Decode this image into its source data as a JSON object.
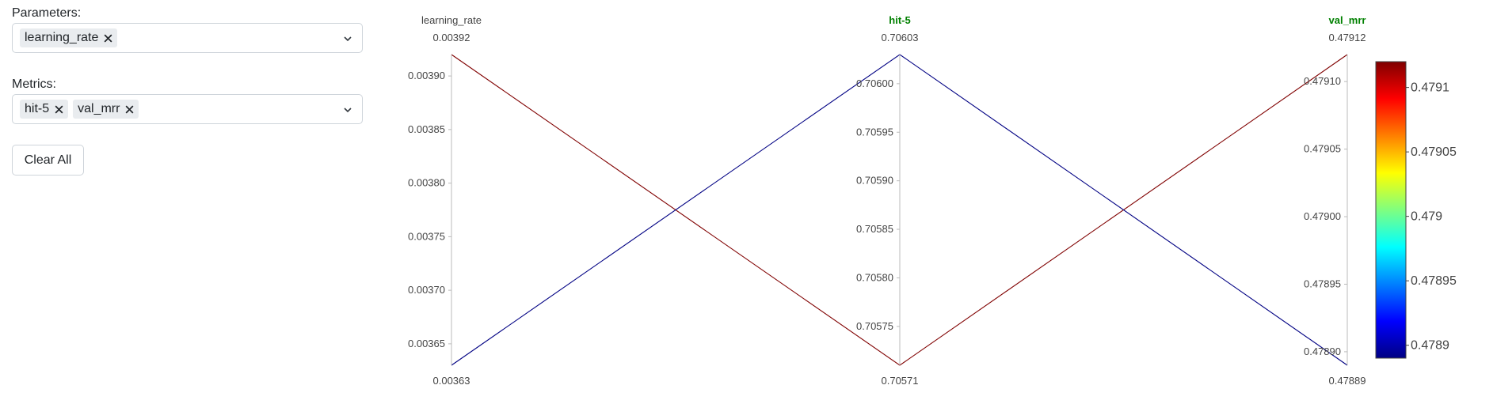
{
  "parameters": {
    "label": "Parameters:",
    "chips": [
      "learning_rate"
    ]
  },
  "metrics": {
    "label": "Metrics:",
    "chips": [
      "hit-5",
      "val_mrr"
    ]
  },
  "clear_all_label": "Clear All",
  "icons": {
    "remove": "close-icon",
    "dropdown": "chevron-down-icon"
  },
  "chart_data": {
    "type": "parallel_coordinates",
    "dimensions": [
      {
        "name": "learning_rate",
        "highlighted": false,
        "min": 0.00363,
        "max": 0.00392,
        "min_label": "0.00363",
        "max_label": "0.00392",
        "ticks": [
          "0.00365",
          "0.00370",
          "0.00375",
          "0.00380",
          "0.00385",
          "0.00390"
        ]
      },
      {
        "name": "hit-5",
        "highlighted": true,
        "min": 0.70571,
        "max": 0.70603,
        "min_label": "0.70571",
        "max_label": "0.70603",
        "ticks": [
          "0.70575",
          "0.70580",
          "0.70585",
          "0.70590",
          "0.70595",
          "0.70600"
        ]
      },
      {
        "name": "val_mrr",
        "highlighted": true,
        "min": 0.47889,
        "max": 0.47912,
        "min_label": "0.47889",
        "max_label": "0.47912",
        "ticks": [
          "0.47890",
          "0.47895",
          "0.47900",
          "0.47905",
          "0.47910"
        ]
      }
    ],
    "records": [
      {
        "learning_rate": 0.00392,
        "hit-5": 0.70571,
        "val_mrr": 0.47912
      },
      {
        "learning_rate": 0.00363,
        "hit-5": 0.70603,
        "val_mrr": 0.47889
      }
    ],
    "colorbar": {
      "dimension": "val_mrr",
      "colorscale": "jet",
      "min": 0.47889,
      "max": 0.47912,
      "ticks": [
        "0.4789",
        "0.47895",
        "0.479",
        "0.47905",
        "0.4791"
      ]
    },
    "colors": {
      "highlight_title": "#008000",
      "axis": "#bbbbbb",
      "text": "#444444"
    }
  }
}
